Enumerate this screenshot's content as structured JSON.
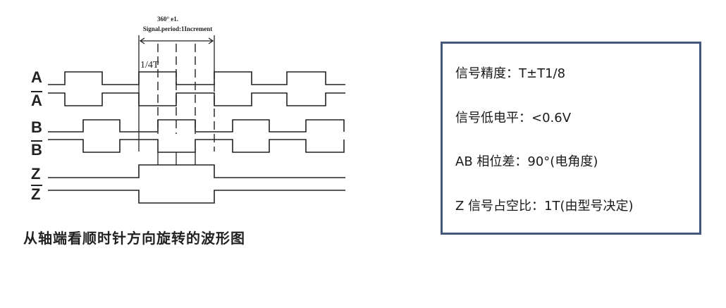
{
  "diagram": {
    "annotation_line1": "360° e1.",
    "annotation_line2": "Signal.period:1Increment",
    "quarter_label": "1/4T",
    "signals": [
      {
        "id": "A",
        "label": "A",
        "overline": false
      },
      {
        "id": "A_bar",
        "label": "A",
        "overline": true
      },
      {
        "id": "B",
        "label": "B",
        "overline": false
      },
      {
        "id": "B_bar",
        "label": "B",
        "overline": true
      },
      {
        "id": "Z",
        "label": "Z",
        "overline": false
      },
      {
        "id": "Z_bar",
        "label": "Z",
        "overline": true
      }
    ],
    "caption": "从轴端看顺时针方向旋转的波形图"
  },
  "specs": [
    {
      "label": "信号精度：",
      "value": "T±T1/8"
    },
    {
      "label": "信号低电平：",
      "value": "<0.6V"
    },
    {
      "label": "AB 相位差：",
      "value": "90°(电角度)"
    },
    {
      "label": "Z 信号占空比：",
      "value": "1T(由型号决定)"
    }
  ],
  "colors": {
    "border": "#41587a",
    "waveform": "#222222"
  }
}
